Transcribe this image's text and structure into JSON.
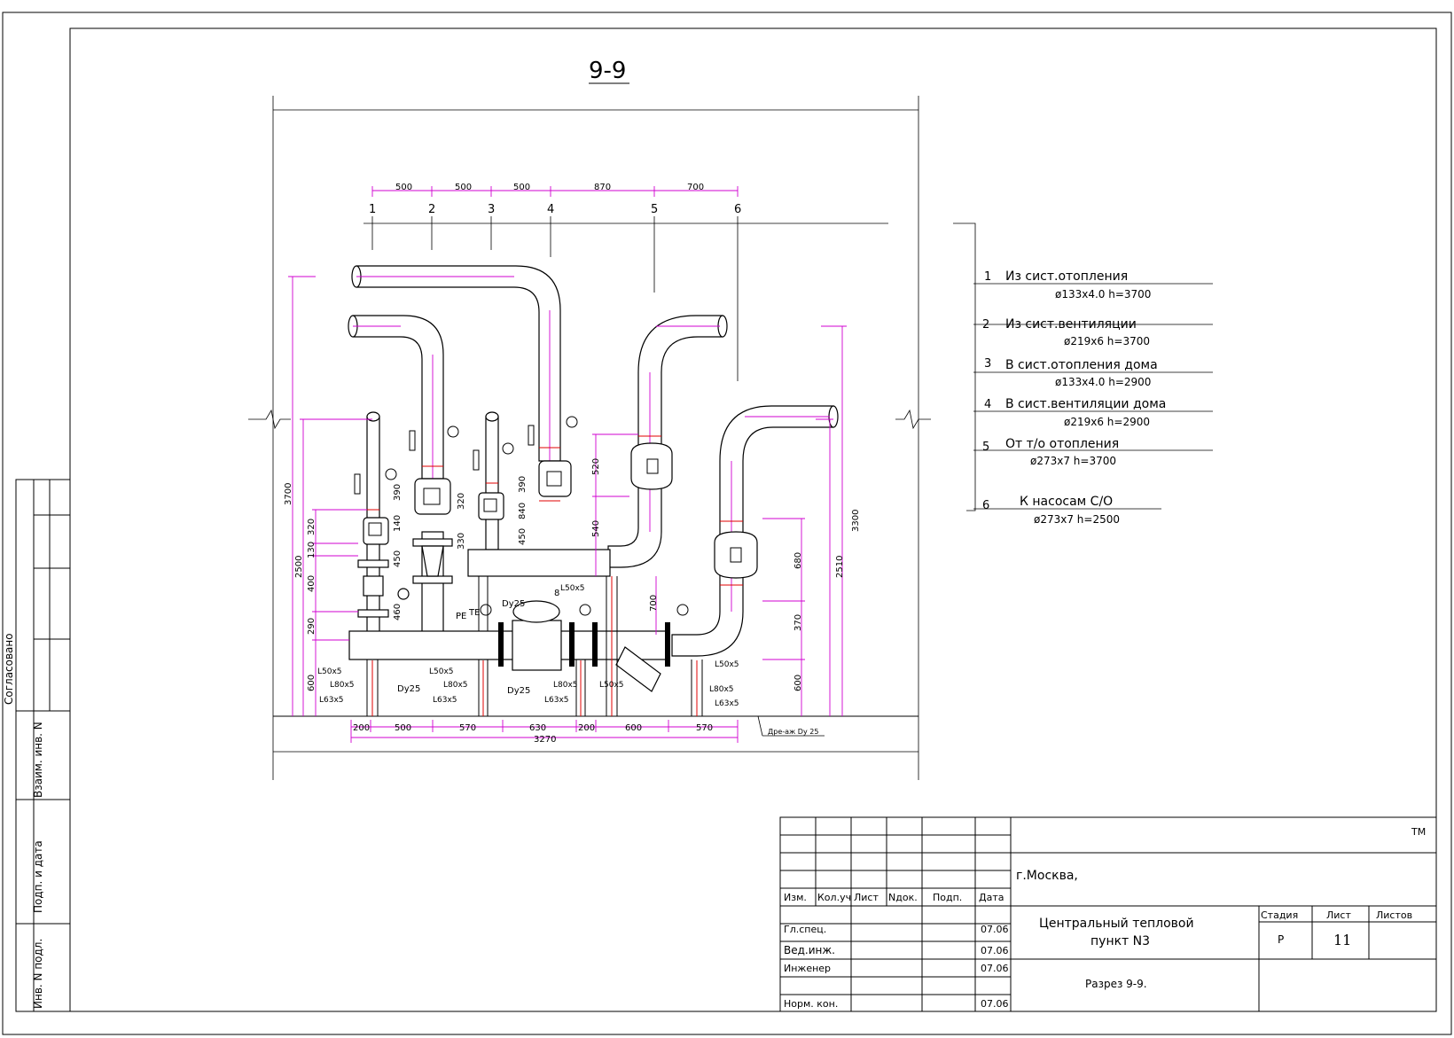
{
  "drawing": {
    "section_title": "9-9",
    "top_dims": [
      "500",
      "500",
      "500",
      "870",
      "700"
    ],
    "axis_labels": [
      "1",
      "2",
      "3",
      "4",
      "5",
      "6"
    ],
    "bottom_dims": [
      "200",
      "500",
      "570",
      "630",
      "200",
      "600",
      "570"
    ],
    "total_dim": "3270",
    "drain_note": "Дре-аж Dy 25",
    "left_vertical_dims": [
      "3700",
      "2500",
      "600",
      "290",
      "400",
      "130",
      "320"
    ],
    "inner_dims_a": [
      "390",
      "140",
      "450",
      "460"
    ],
    "inner_dims_b": [
      "320",
      "330"
    ],
    "inner_dims_c": [
      "390",
      "840",
      "450"
    ],
    "inner_dims_d": [
      "520",
      "540",
      "700"
    ],
    "right_dims": [
      "680",
      "370",
      "600"
    ],
    "right_total_dims": [
      "3300",
      "2510"
    ],
    "profiles": [
      "L50x5",
      "L80x5",
      "L63x5",
      "L50x5",
      "L80x5",
      "L63x5",
      "L50x5",
      "L80x5",
      "L63x5",
      "L50x5",
      "L50x5",
      "L80x5",
      "L63x5"
    ],
    "valve_labels": [
      "Dy25",
      "Dy25",
      "Dy25"
    ],
    "instrument_labels": [
      "PE",
      "TE"
    ],
    "item_8": "8"
  },
  "legend": [
    {
      "num": "1",
      "text": "Из сист.отопления",
      "spec": "ø133x4.0  h=3700"
    },
    {
      "num": "2",
      "text": "Из сист.вентиляции",
      "spec": "ø219x6  h=3700"
    },
    {
      "num": "3",
      "text": "В сист.отопления дома",
      "spec": "ø133x4.0  h=2900"
    },
    {
      "num": "4",
      "text": "В сист.вентиляции дома",
      "spec": "ø219x6  h=2900"
    },
    {
      "num": "5",
      "text": "От т/о отопления",
      "spec": "ø273x7   h=3700"
    },
    {
      "num": "6",
      "text": "К насосам С/О",
      "spec": "ø273x7   h=2500"
    }
  ],
  "side_stamps": {
    "agreed": "Согласовано",
    "swap_inv": "Взаим. инв. N",
    "sign_date": "Подп. и дата",
    "orig_inv": "Инв. N подл."
  },
  "title_block": {
    "tm": "ТМ",
    "city": "г.Москва,",
    "headers": [
      "Изм.",
      "Кол.уч",
      "Лист",
      "Nдок.",
      "Подп.",
      "Дата"
    ],
    "roles": [
      "Гл.спец.",
      "Вед.инж.",
      "Инженер",
      "",
      "Норм. кон."
    ],
    "dates": [
      "07.06",
      "07.06",
      "07.06",
      "07.06"
    ],
    "project_line1": "Центральный тепловой",
    "project_line2": "пункт N3",
    "sheet_title": "Разрез 9-9.",
    "stage_label": "Стадия",
    "sheet_label": "Лист",
    "sheets_label": "Листов",
    "stage": "Р",
    "sheet": "11",
    "sheets": ""
  }
}
